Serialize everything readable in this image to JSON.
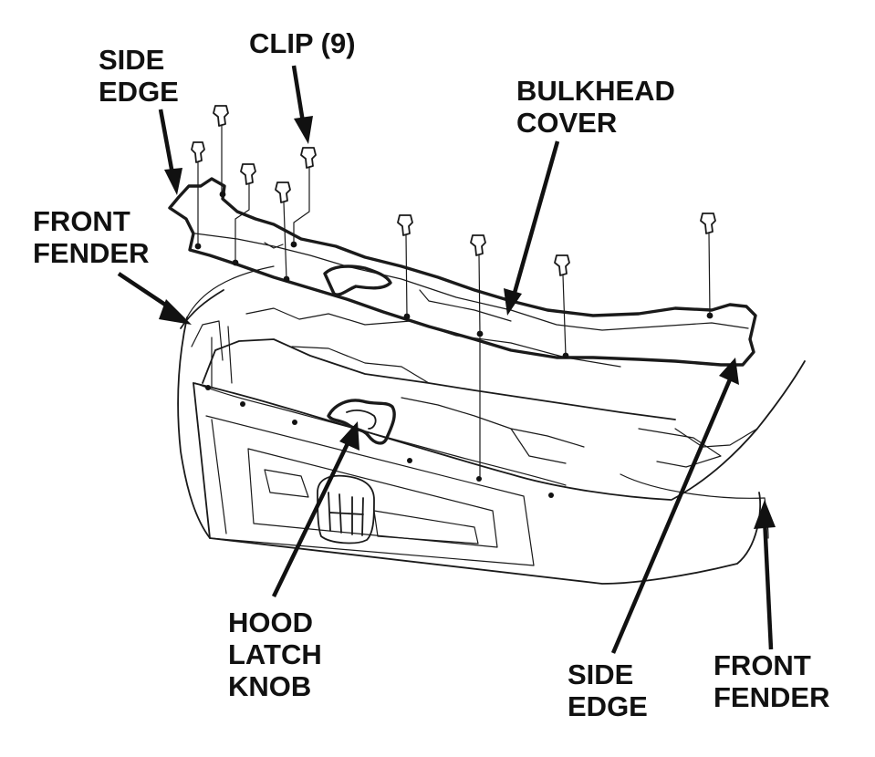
{
  "labels": {
    "side_edge_left": [
      "SIDE",
      "EDGE"
    ],
    "clip": "CLIP (9)",
    "bulkhead_cover": [
      "BULKHEAD",
      "COVER"
    ],
    "front_fender_left": [
      "FRONT",
      "FENDER"
    ],
    "hood_latch_knob": [
      "HOOD",
      "LATCH",
      "KNOB"
    ],
    "side_edge_right": [
      "SIDE",
      "EDGE"
    ],
    "front_fender_right": [
      "FRONT",
      "FENDER"
    ]
  },
  "clip_count": 9,
  "colors": {
    "ink": "#111111",
    "background": "#ffffff"
  }
}
